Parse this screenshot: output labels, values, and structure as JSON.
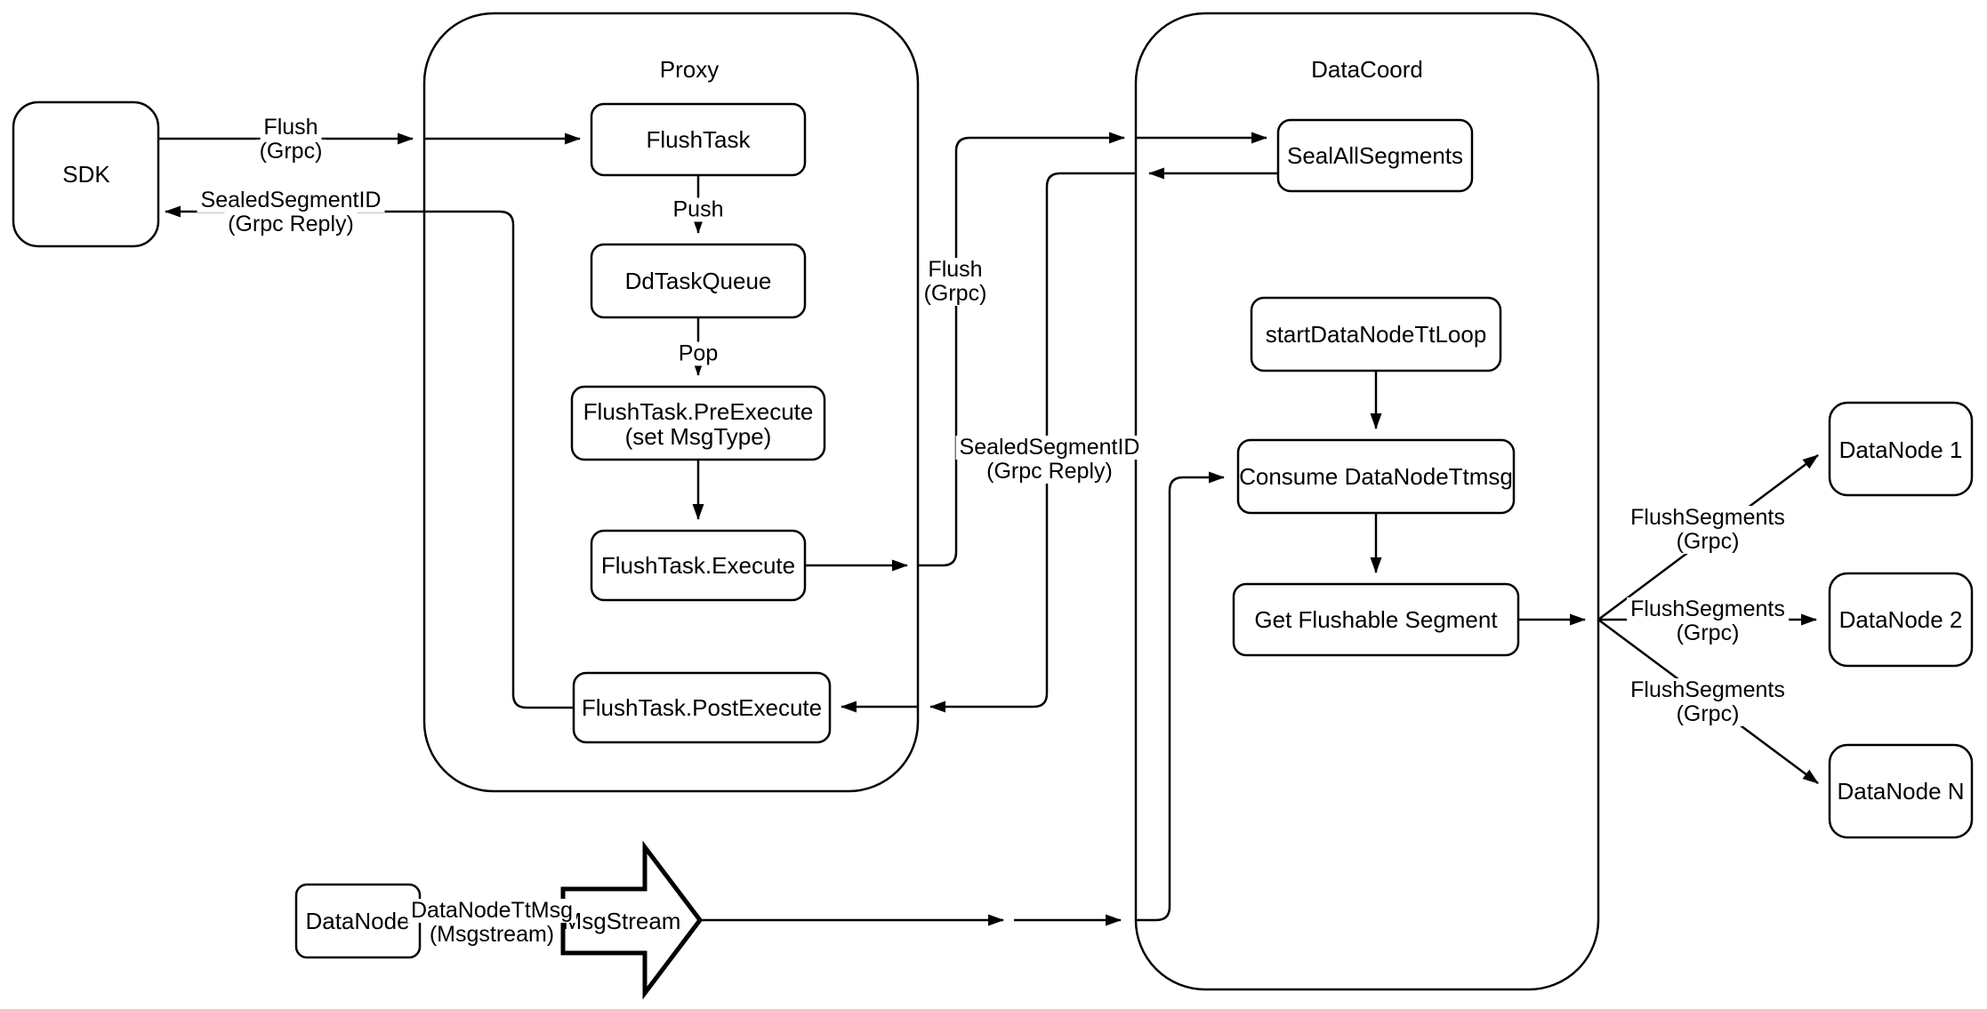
{
  "diagram": {
    "containers": {
      "proxy": "Proxy",
      "datacoord": "DataCoord"
    },
    "nodes": {
      "sdk": "SDK",
      "flush_task": "FlushTask",
      "dd_task_queue": "DdTaskQueue",
      "pre_execute_line1": "FlushTask.PreExecute",
      "pre_execute_line2": "(set MsgType)",
      "execute": "FlushTask.Execute",
      "post_execute": "FlushTask.PostExecute",
      "seal_all_segments": "SealAllSegments",
      "start_datanode_tt_loop": "startDataNodeTtLoop",
      "consume_datanode_ttmsg": "Consume DataNodeTtmsg",
      "get_flushable_segment": "Get Flushable Segment",
      "datanode_1": "DataNode 1",
      "datanode_2": "DataNode 2",
      "datanode_n": "DataNode N",
      "datanode": "DataNode",
      "msgstream": "MsgStream"
    },
    "edge_labels": {
      "flush_sdk_line1": "Flush",
      "flush_sdk_line2": "(Grpc)",
      "sealed_sdk_line1": "SealedSegmentID",
      "sealed_sdk_line2": "(Grpc Reply)",
      "push": "Push",
      "pop": "Pop",
      "flush_dc_line1": "Flush",
      "flush_dc_line2": "(Grpc)",
      "sealed_dc_line1": "SealedSegmentID",
      "sealed_dc_line2": "(Grpc Reply)",
      "ttmsg_line1": "DataNodeTtMsg",
      "ttmsg_line2": "(Msgstream)",
      "flush_segments1_line1": "FlushSegments",
      "flush_segments1_line2": "(Grpc)",
      "flush_segments2_line1": "FlushSegments",
      "flush_segments2_line2": "(Grpc)",
      "flush_segments3_line1": "FlushSegments",
      "flush_segments3_line2": "(Grpc)"
    },
    "colors": {
      "stroke": "#000000",
      "fill": "#ffffff",
      "background": "#ffffff"
    }
  }
}
